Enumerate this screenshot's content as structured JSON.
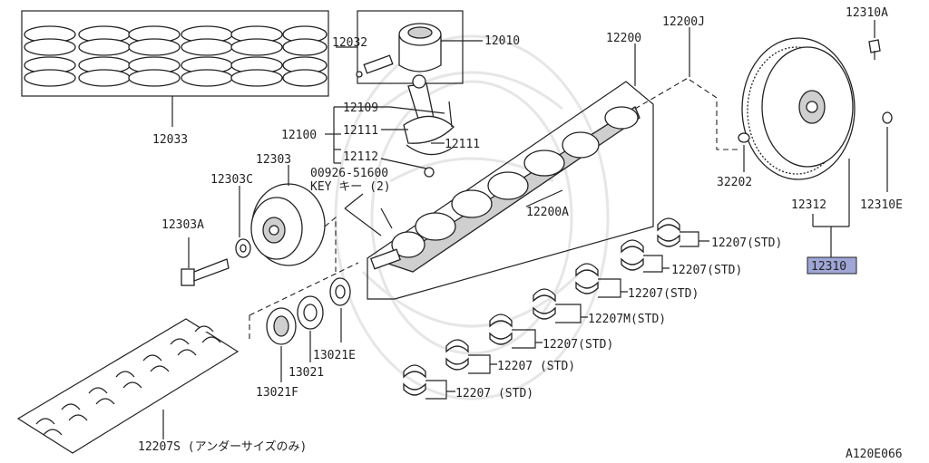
{
  "labels": {
    "p12010": "12010",
    "p12032": "12032",
    "p12033": "12033",
    "p12200": "12200",
    "p12200J": "12200J",
    "p12310A": "12310A",
    "p12109": "12109",
    "p12111a": "12111",
    "p12111b": "12111",
    "p12100": "12100",
    "p12112": "12112",
    "p12303": "12303",
    "p12303C": "12303C",
    "p00926": "00926-51600",
    "key": "KEY キー  (2)",
    "p32202": "32202",
    "p12312": "12312",
    "p12310E": "12310E",
    "p12310": "12310",
    "p12303A": "12303A",
    "p12200A": "12200A",
    "b1": "12207(STD)",
    "b2": "12207(STD)",
    "b3": "12207(STD)",
    "b4": "12207M(STD)",
    "b5": "12207(STD)",
    "b6": "12207 (STD)",
    "b7": "12207 (STD)",
    "p13021E": "13021E",
    "p13021": "13021",
    "p13021F": "13021F",
    "p12207S": "12207S (アンダーサイズのみ)",
    "code": "A120E066"
  },
  "colors": {
    "line": "#222222",
    "highlight": "#9fa6d6",
    "watermark": "#e6e6e6"
  }
}
